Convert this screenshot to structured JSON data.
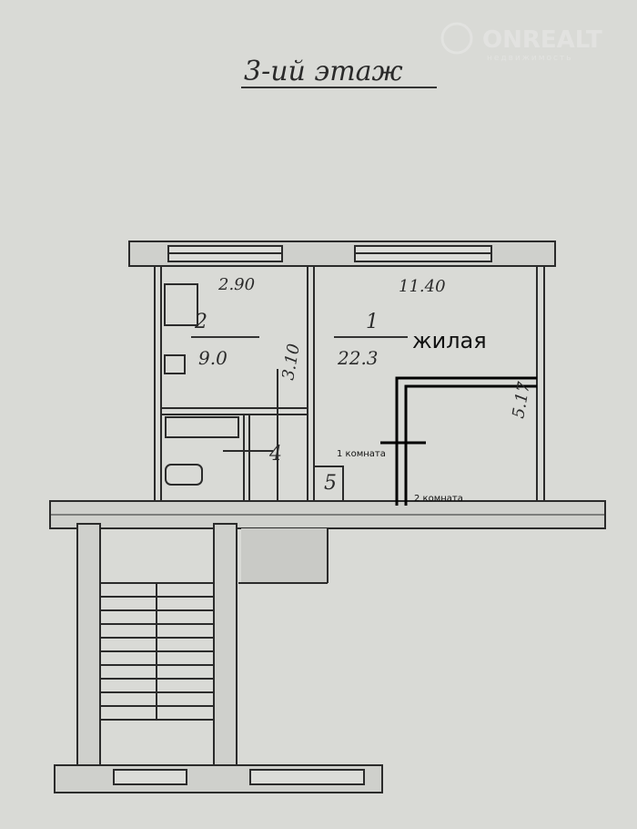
{
  "title": "3-ий этаж",
  "watermark": {
    "brand": "ONREALT",
    "subtitle": "недвижимость"
  },
  "rooms": [
    {
      "number": "1",
      "area": "22.3",
      "label": "жилая"
    },
    {
      "number": "2",
      "area": "9.0"
    },
    {
      "number": "4"
    },
    {
      "number": "5"
    }
  ],
  "dimensions": {
    "kitchen_width": "2.90",
    "room_width": "11.40",
    "kitchen_depth": "3.10",
    "room_depth": "5.17"
  },
  "annotations": {
    "room_a": "1 комната",
    "room_b": "2 комната"
  }
}
